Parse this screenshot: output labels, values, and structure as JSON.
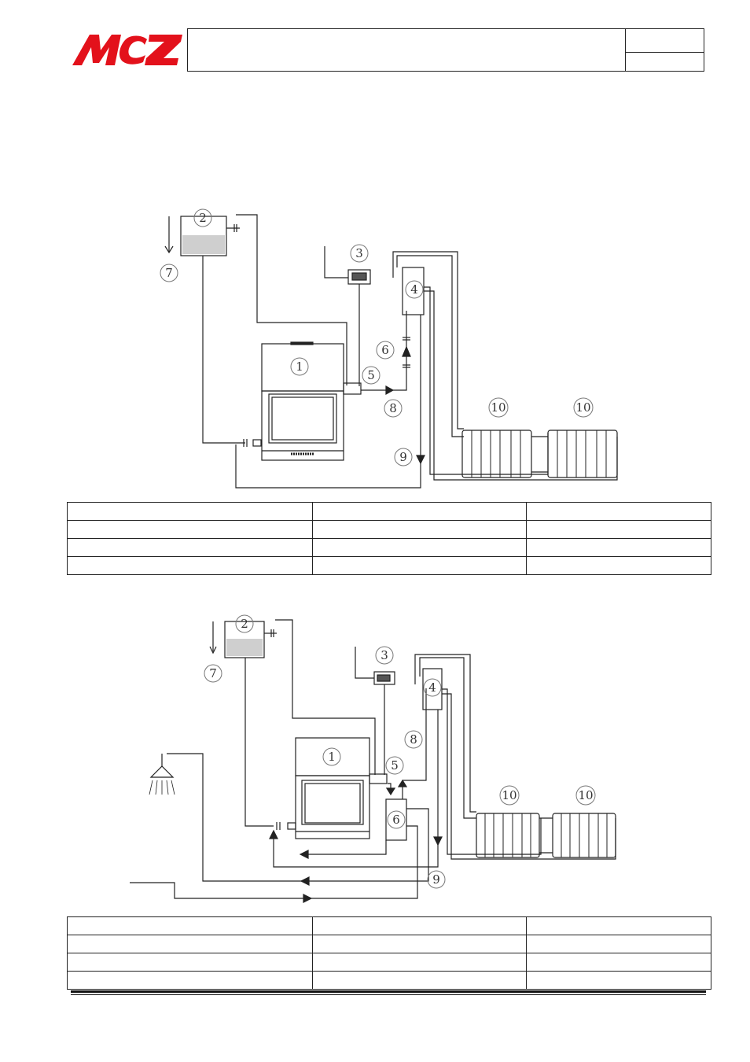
{
  "brand": {
    "logo_text": "MCZ",
    "logo_color": "#e3111b"
  },
  "header": {
    "title": "",
    "page_info_top": "",
    "page_info_bottom": ""
  },
  "diagram_1": {
    "labels": [
      "1",
      "2",
      "3",
      "4",
      "5",
      "6",
      "7",
      "8",
      "9",
      "10",
      "10"
    ]
  },
  "diagram_2": {
    "labels": [
      "1",
      "2",
      "3",
      "4",
      "5",
      "6",
      "7",
      "8",
      "9",
      "10",
      "10"
    ]
  },
  "table_1": {
    "rows": [
      [
        "",
        "",
        ""
      ],
      [
        "",
        "",
        ""
      ],
      [
        "",
        "",
        ""
      ],
      [
        "",
        "",
        ""
      ]
    ]
  },
  "table_2": {
    "rows": [
      [
        "",
        "",
        ""
      ],
      [
        "",
        "",
        ""
      ],
      [
        "",
        "",
        ""
      ],
      [
        "",
        "",
        ""
      ]
    ]
  }
}
